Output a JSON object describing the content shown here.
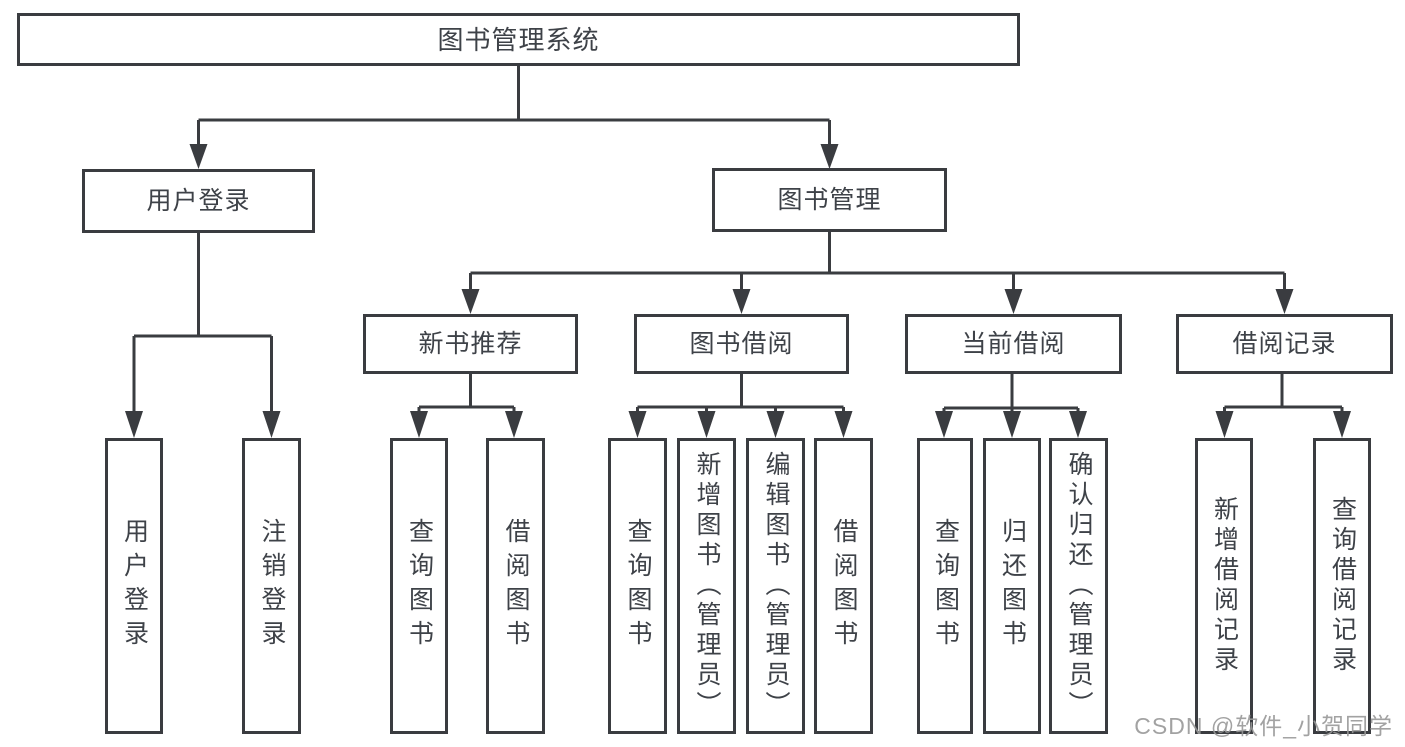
{
  "diagram": {
    "title": "图书管理系统",
    "level2": {
      "user_login": "用户登录",
      "book_management": "图书管理"
    },
    "level3": {
      "new_book_recommend": "新书推荐",
      "book_borrowing": "图书借阅",
      "current_borrowing": "当前借阅",
      "borrowing_records": "借阅记录"
    },
    "level4": {
      "user_login": "用户登录",
      "logout_login": "注销登录",
      "query_books_1": "查询图书",
      "borrow_books_1": "借阅图书",
      "query_books_2": "查询图书",
      "add_books_admin": "新增图书（管理员）",
      "edit_books_admin": "编辑图书（管理员）",
      "borrow_books_2": "借阅图书",
      "query_books_3": "查询图书",
      "return_books": "归还图书",
      "confirm_return_admin": "确认归还（管理员）",
      "add_borrow_record": "新增借阅记录",
      "query_borrow_record": "查询借阅记录"
    }
  },
  "watermark": {
    "text": "CSDN @软件_小贺同学"
  },
  "colors": {
    "line": "#3a3c40",
    "text": "#3e4248",
    "watermark": "#989898",
    "background": "#ffffff"
  }
}
